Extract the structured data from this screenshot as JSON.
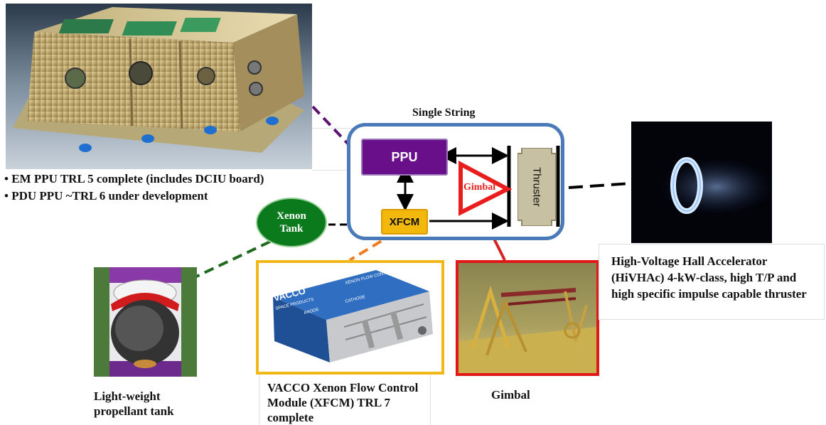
{
  "ppu_bullets": [
    "EM PPU TRL 5 complete (includes DCIU board)",
    "PDU PPU ~TRL 6 under development"
  ],
  "system": {
    "title": "Single String",
    "ppu": "PPU",
    "xfcm": "XFCM",
    "gimbal": "Gimbal",
    "thruster": "Thruster",
    "xenon_tank": "Xenon Tank"
  },
  "captions": {
    "tank": "Light-weight propellant tank",
    "xfcm": "VACCO Xenon Flow Control Module (XFCM) TRL 7 complete",
    "gimbal": "Gimbal",
    "thruster": "High-Voltage Hall Accelerator (HiVHAc) 4-kW-class, high T/P and high specific impulse capable thruster"
  },
  "xfcm_photo_labels": {
    "brand": "VACCO",
    "brand_sub": "SPACE PRODUCTS",
    "module_name": "XENON FLOW CONTROL MODULE",
    "anode": "ANODE",
    "cathode": "CATHODE"
  },
  "colors": {
    "ppu_box": "#6a0f8a",
    "xfcm_box": "#f3b80c",
    "tank_circle": "#0a7a1c",
    "thruster_box": "#c8c0a2",
    "gimbal_triangle": "#e81e1e",
    "single_string_border": "#4a7ab8",
    "ppu_leader": "#5c1070",
    "tank_leader": "#1f6a1f",
    "xfcm_leader": "#f07a1c",
    "gimbal_leader": "#d62222",
    "xfcm_photo_border": "#f2b818",
    "gimbal_photo_border": "#e01818"
  }
}
